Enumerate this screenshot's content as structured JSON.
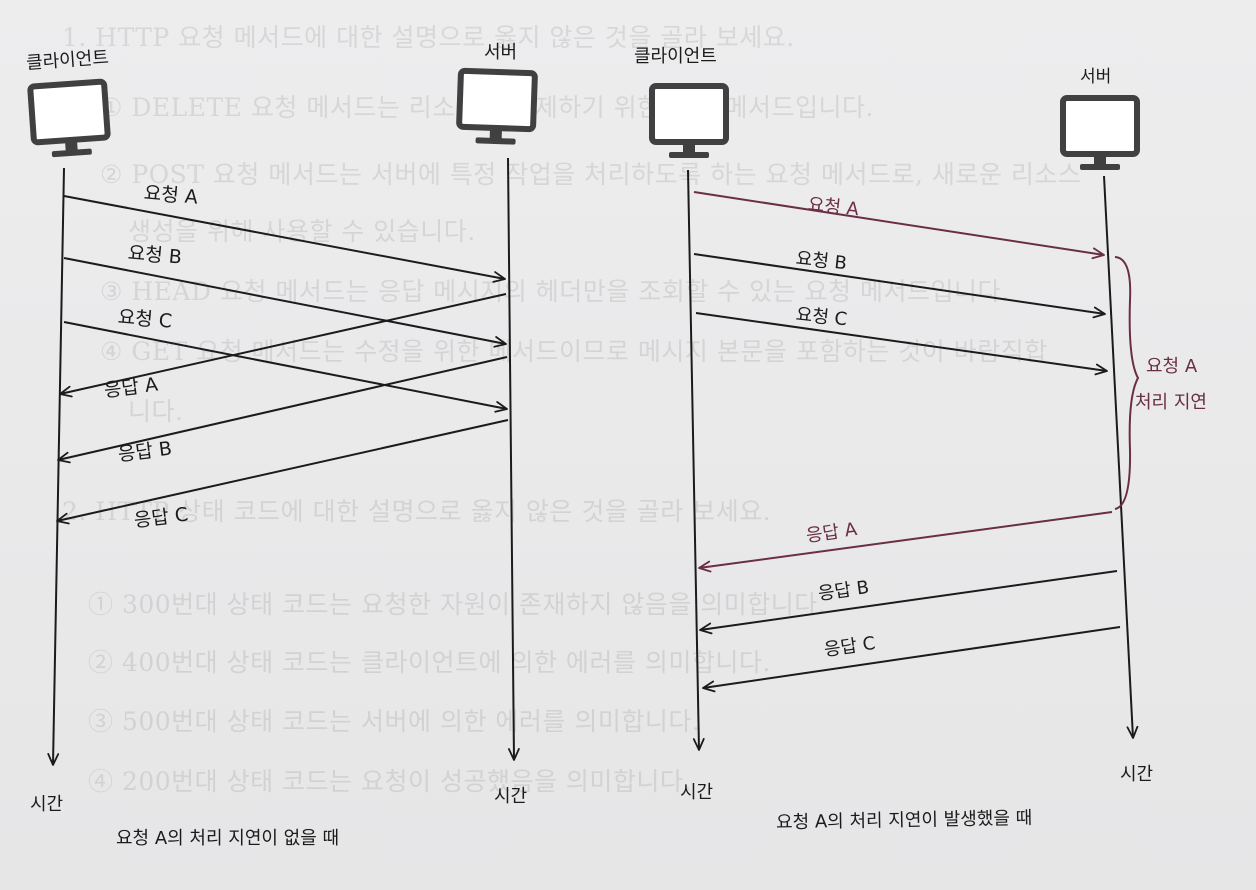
{
  "background_text": [
    "1. HTTP 요청 메서드에 대한 설명으로 옳지 않은 것을 골라 보세요.",
    "① DELETE 요청 메서드는 리소스를 삭제하기 위한 요청 메서드입니다.",
    "② POST 요청 메서드는 서버에 특정 작업을 처리하도록 하는 요청 메서드로, 새로운 리소스",
    "생성을 위해 사용할 수 있습니다.",
    "③ HEAD 요청 메서드는 응답 메시지의 헤더만을 조회할 수 있는 요청 메서드입니다.",
    "④ GET 요청 메서드는 수정을 위한 메서드이므로 메시지 본문을 포함하는 것이 바람직합",
    "니다.",
    "2. HTTP 상태 코드에 대한 설명으로 옳지 않은 것을 골라 보세요.",
    "① 300번대 상태 코드는 요청한 자원이 존재하지 않음을 의미합니다.",
    "② 400번대 상태 코드는 클라이언트에 의한 에러를 의미합니다.",
    "③ 500번대 상태 코드는 서버에 의한 에러를 의미합니다.",
    "④ 200번대 상태 코드는 요청이 성공했음을 의미합니다."
  ],
  "left_diagram": {
    "client_label": "클라이언트",
    "server_label": "서버",
    "client_time": "시간",
    "server_time": "시간",
    "requests": [
      "요청 A",
      "요청 B",
      "요청 C"
    ],
    "responses": [
      "응답 A",
      "응답 B",
      "응답 C"
    ],
    "caption": "요청 A의 처리 지연이 없을 때"
  },
  "right_diagram": {
    "client_label": "클라이언트",
    "server_label": "서버",
    "client_time": "시간",
    "server_time": "시간",
    "requests": [
      "요청 A",
      "요청 B",
      "요청 C"
    ],
    "responses": [
      "응답 A",
      "응답 B",
      "응답 C"
    ],
    "delay_note": [
      "요청 A",
      "처리 지연"
    ],
    "caption": "요청 A의 처리 지연이 발생했을 때"
  },
  "colors": {
    "ink": "#1b1b1b",
    "accent": "#6a2e46",
    "paper": "#ebebec",
    "monitor_frame": "#404040",
    "monitor_screen": "#ffffff"
  },
  "icons": [
    "monitor-icon"
  ]
}
